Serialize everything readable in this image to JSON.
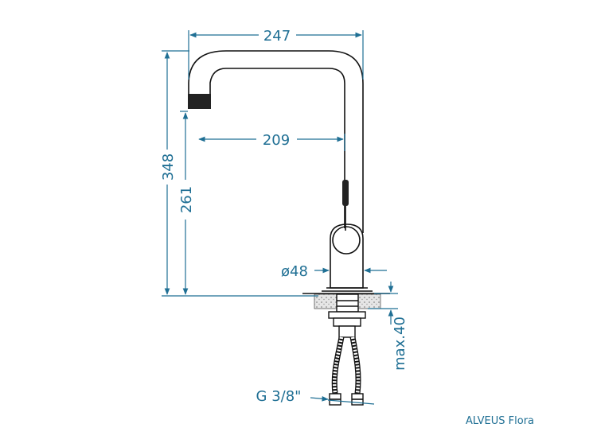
{
  "dimensions": {
    "width_top": "247",
    "reach": "209",
    "height_total": "348",
    "height_spout": "261",
    "diameter": "ø48",
    "max_thickness": "max.40",
    "connection": "G 3/8\""
  },
  "product": {
    "label": "ALVEUS Flora"
  },
  "colors": {
    "dimension": "#1f6f94",
    "outline": "#111111"
  }
}
